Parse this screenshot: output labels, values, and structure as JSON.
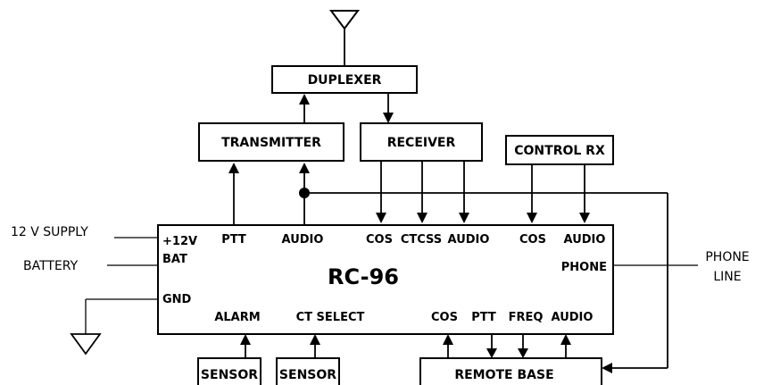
{
  "blocks": {
    "duplexer": "DUPLEXER",
    "transmitter": "TRANSMITTER",
    "receiver": "RECEIVER",
    "control_rx": "CONTROL RX",
    "controller": "RC-96",
    "sensor_1": "SENSOR",
    "sensor_2": "SENSOR",
    "remote_base": "REMOTE BASE"
  },
  "pins": {
    "plus12v": "+12V",
    "bat": "BAT",
    "gnd": "GND",
    "ptt": "PTT",
    "audio": "AUDIO",
    "cos": "COS",
    "ctcss": "CTCSS",
    "rx_audio": "AUDIO",
    "crx_cos": "COS",
    "crx_audio": "AUDIO",
    "phone": "PHONE",
    "alarm": "ALARM",
    "ct_select": "CT SELECT",
    "rb_cos": "COS",
    "rb_ptt": "PTT",
    "rb_freq": "FREQ",
    "rb_audio": "AUDIO"
  },
  "external": {
    "supply": "12 V SUPPLY",
    "battery": "BATTERY",
    "phone_line_1": "PHONE",
    "phone_line_2": "LINE"
  }
}
